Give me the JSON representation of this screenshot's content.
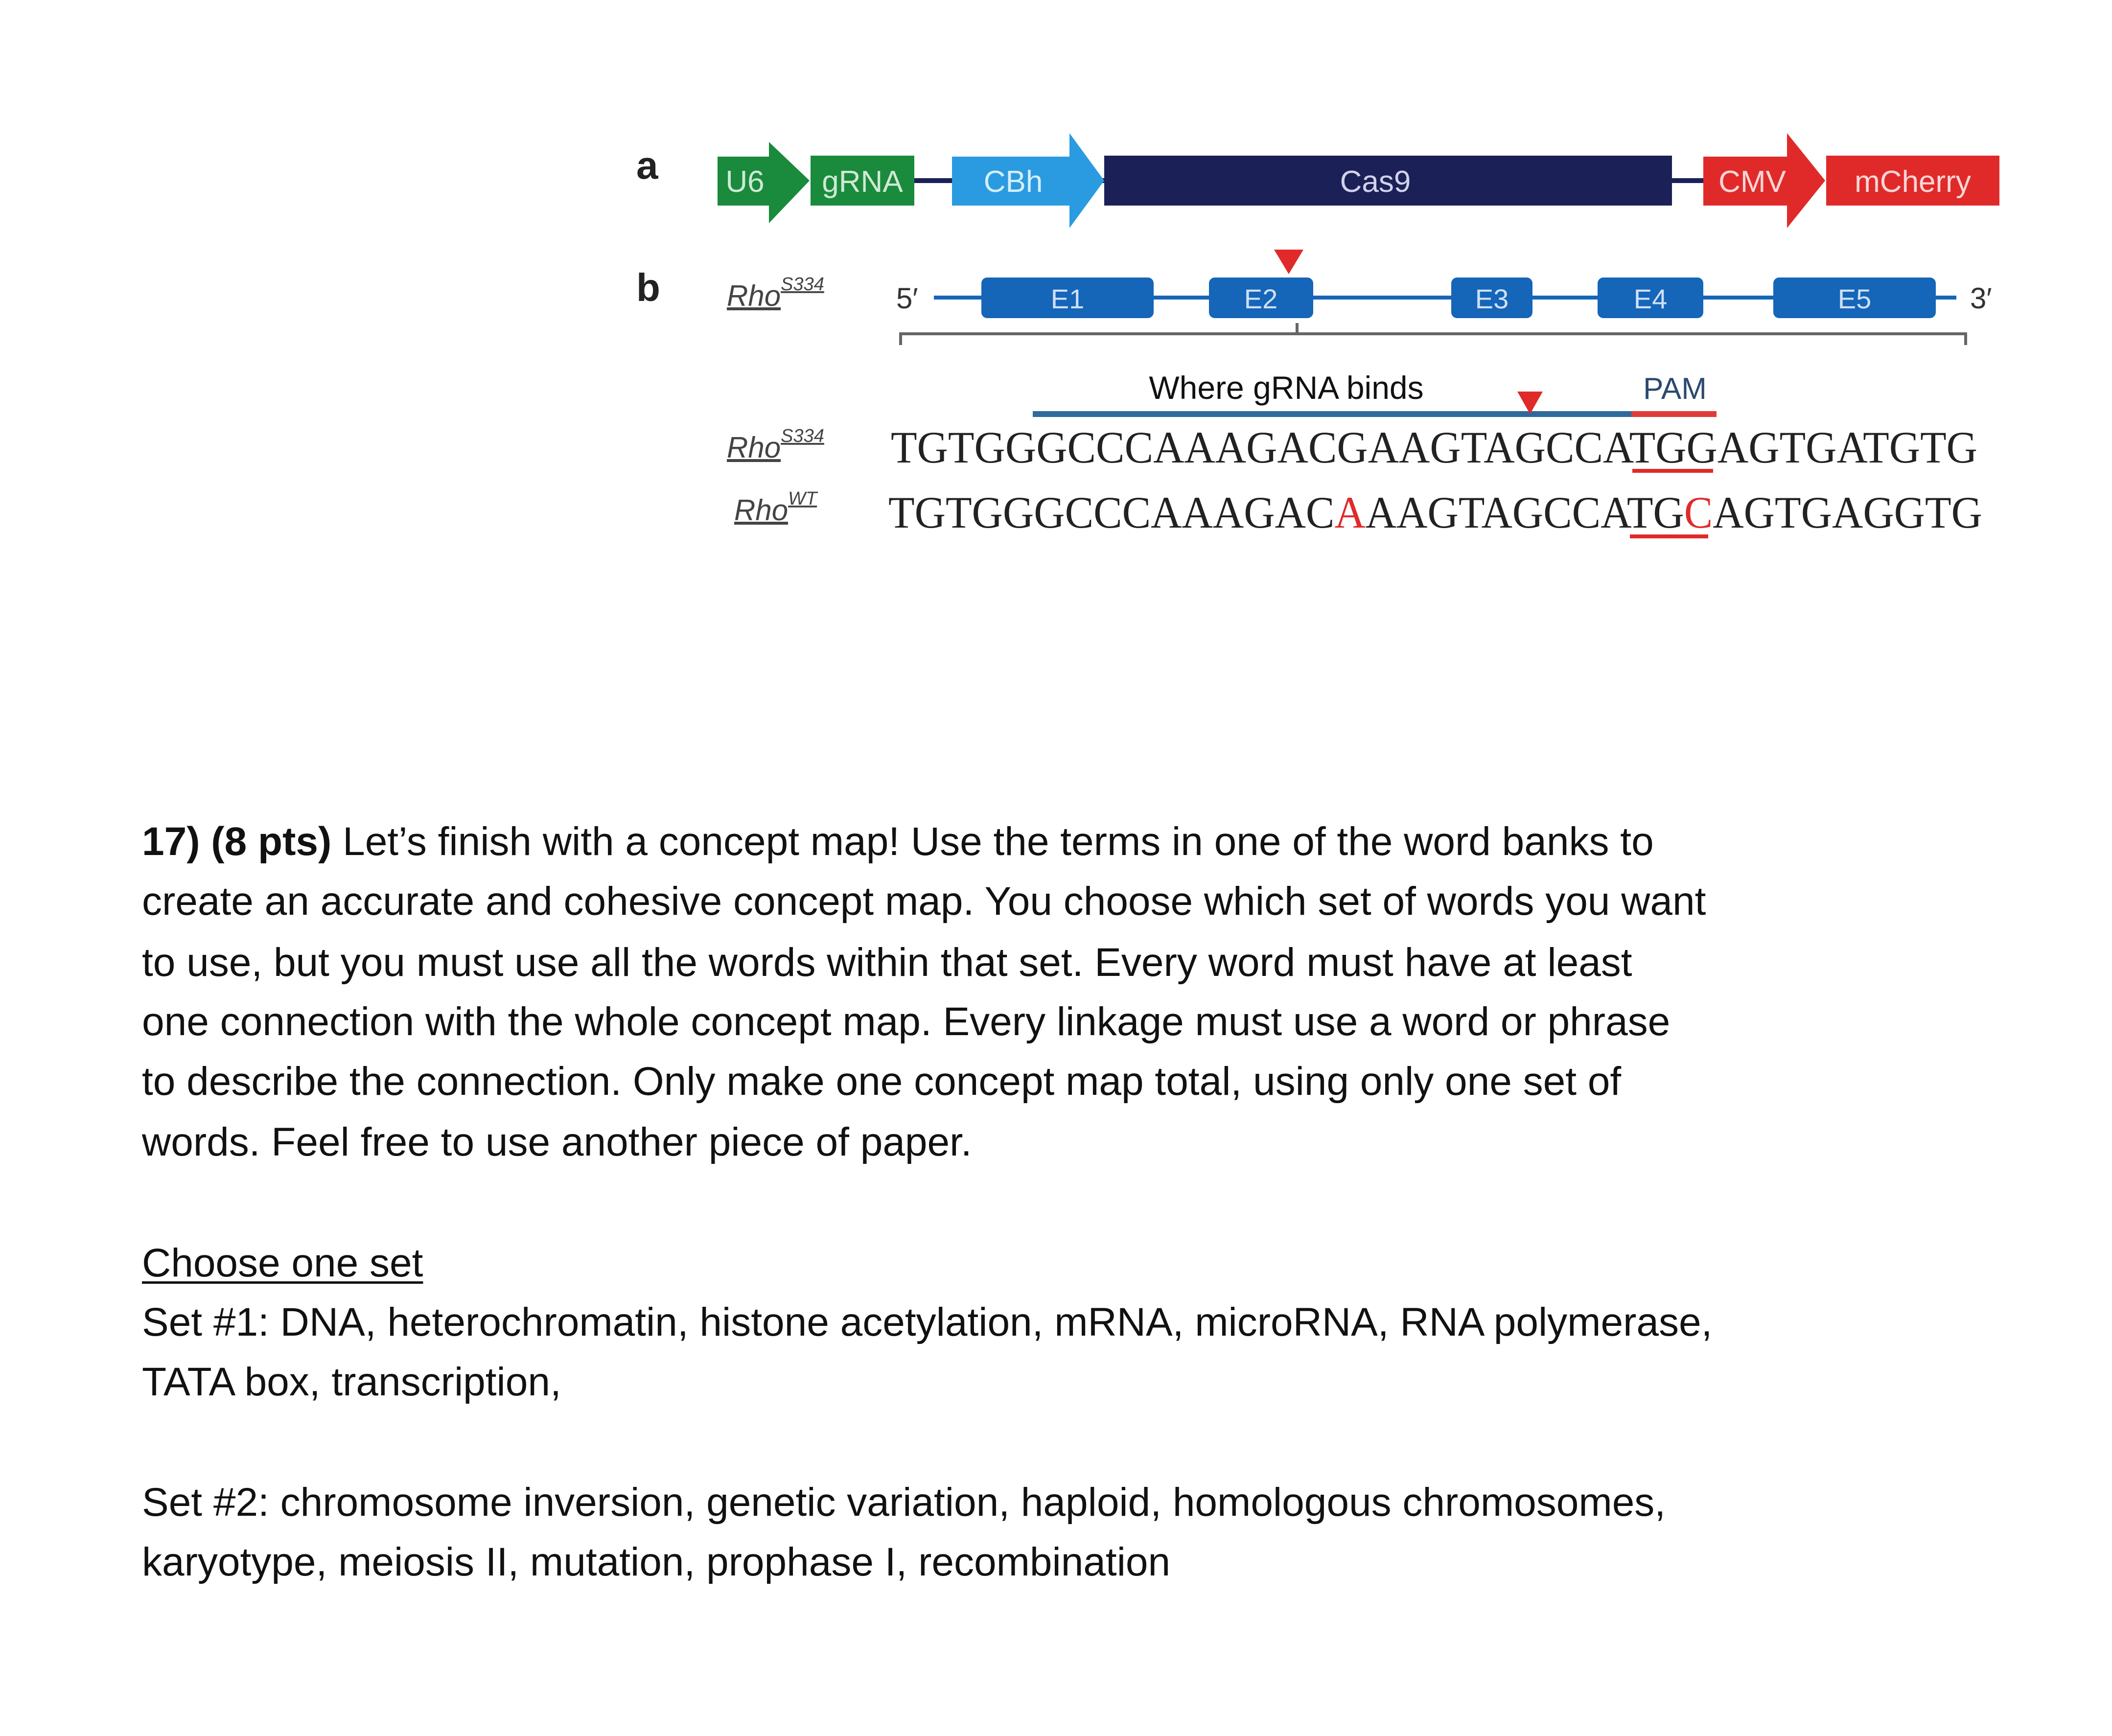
{
  "figure": {
    "panel_a": {
      "label": "a",
      "elements": [
        "U6",
        "gRNA",
        "CBh",
        "Cas9",
        "CMV",
        "mCherry"
      ]
    },
    "panel_b": {
      "label": "b",
      "gene": "Rho",
      "allele": "S334",
      "five_prime": "5′",
      "three_prime": "3′",
      "exons": [
        "E1",
        "E2",
        "E3",
        "E4",
        "E5"
      ]
    },
    "annotation_grna": "Where gRNA binds",
    "annotation_pam": "PAM",
    "seq_mutant": {
      "gene": "Rho",
      "allele": "S334",
      "pre": "TGTGGGCCCAAAGACGAAGTAGCCA",
      "pam": "TGG",
      "post": "AGTGATGTG"
    },
    "seq_wt": {
      "gene": "Rho",
      "allele": "WT",
      "pre1": "TGTGGGCCCAAAGAC",
      "mut1": "A",
      "pre2": "AAGTAGCCA",
      "pam_a": "TG",
      "pam_b": "C",
      "post": "AGTGAGGTG"
    },
    "colors": {
      "green": "#1a8a3c",
      "lightblue": "#2a9be0",
      "navy": "#1b2157",
      "red": "#e02a2a",
      "exon": "#1565b8"
    }
  },
  "question": {
    "number": "17) (8 pts)",
    "lines": [
      " Let’s finish with a concept map!  Use the terms in one of the word banks to",
      "create an accurate and cohesive concept map.  You choose which set of words you want",
      "to use, but you must use all the words within that set.  Every word must have at least",
      "one connection with the whole concept map.  Every linkage must use a word or phrase",
      "to describe the connection.  Only make one concept map total, using only one set of",
      "words.  Feel free to use another piece of paper."
    ],
    "choose_heading": "Choose one set",
    "set1": [
      "Set #1: DNA, heterochromatin, histone acetylation, mRNA, microRNA, RNA polymerase,",
      "TATA box, transcription,"
    ],
    "set2": [
      "Set #2: chromosome inversion, genetic variation, haploid, homologous chromosomes,",
      "karyotype, meiosis II, mutation, prophase I, recombination"
    ]
  }
}
